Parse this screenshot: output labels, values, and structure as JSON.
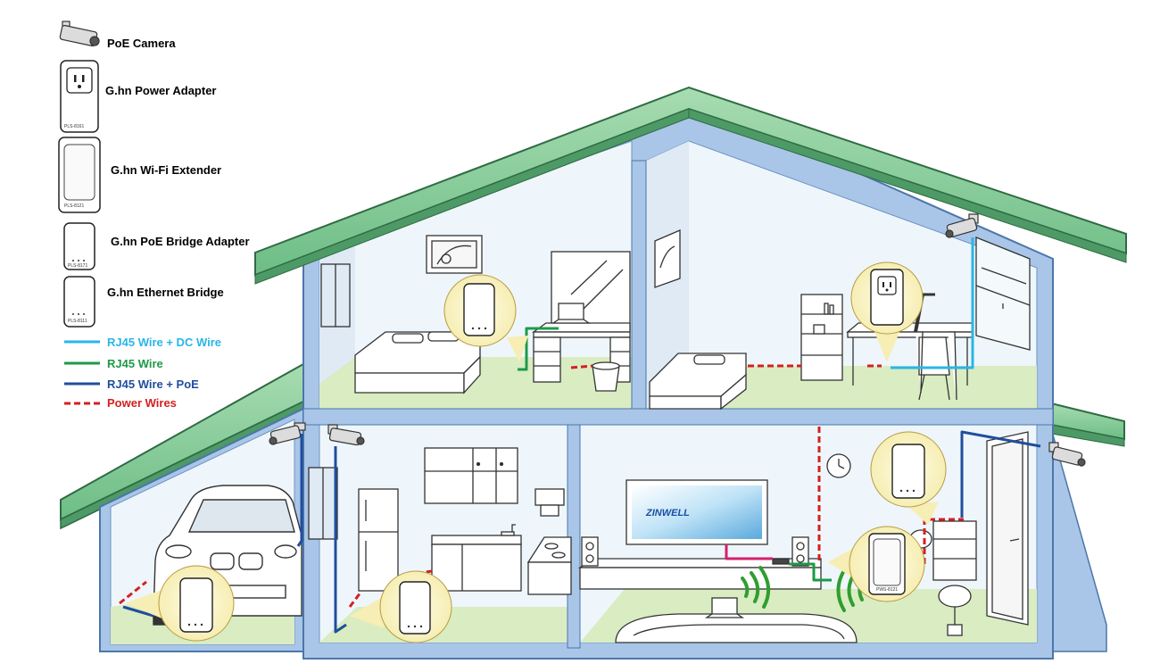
{
  "legend": {
    "poe_camera": "PoE Camera",
    "power_adapter": "G.hn Power Adapter",
    "wifi_extender": "G.hn Wi-Fi Extender",
    "poe_bridge": "G.hn PoE Bridge Adapter",
    "ethernet_bridge": "G.hn Ethernet Bridge",
    "rj45_dc": "RJ45 Wire + DC Wire",
    "rj45": "RJ45 Wire",
    "rj45_poe": "RJ45 Wire + PoE",
    "power_wires": "Power Wires"
  },
  "device_codes": {
    "power_adapter": "PLS-8161",
    "wifi_extender": "PLS-8121",
    "poe_bridge": "PLS-8171",
    "ethernet_bridge": "PLS-8111",
    "wifi_extender_alt": "PWS-8121"
  },
  "tv_brand": "ZINWELL",
  "colors": {
    "roof": "#7ec893",
    "roof_dark": "#4d9a66",
    "wall": "#a9c6e8",
    "wall_dark": "#6d93c4",
    "interior": "#eef6fb",
    "floor": "#d9ecc2",
    "rj45_dc": "#29b6e8",
    "rj45": "#1e9a48",
    "rj45_poe": "#1f4e9c",
    "power": "#d42020",
    "hdmi": "#d61f6e",
    "wifi": "#2f9e2f",
    "callout": "#fbf6cf"
  }
}
